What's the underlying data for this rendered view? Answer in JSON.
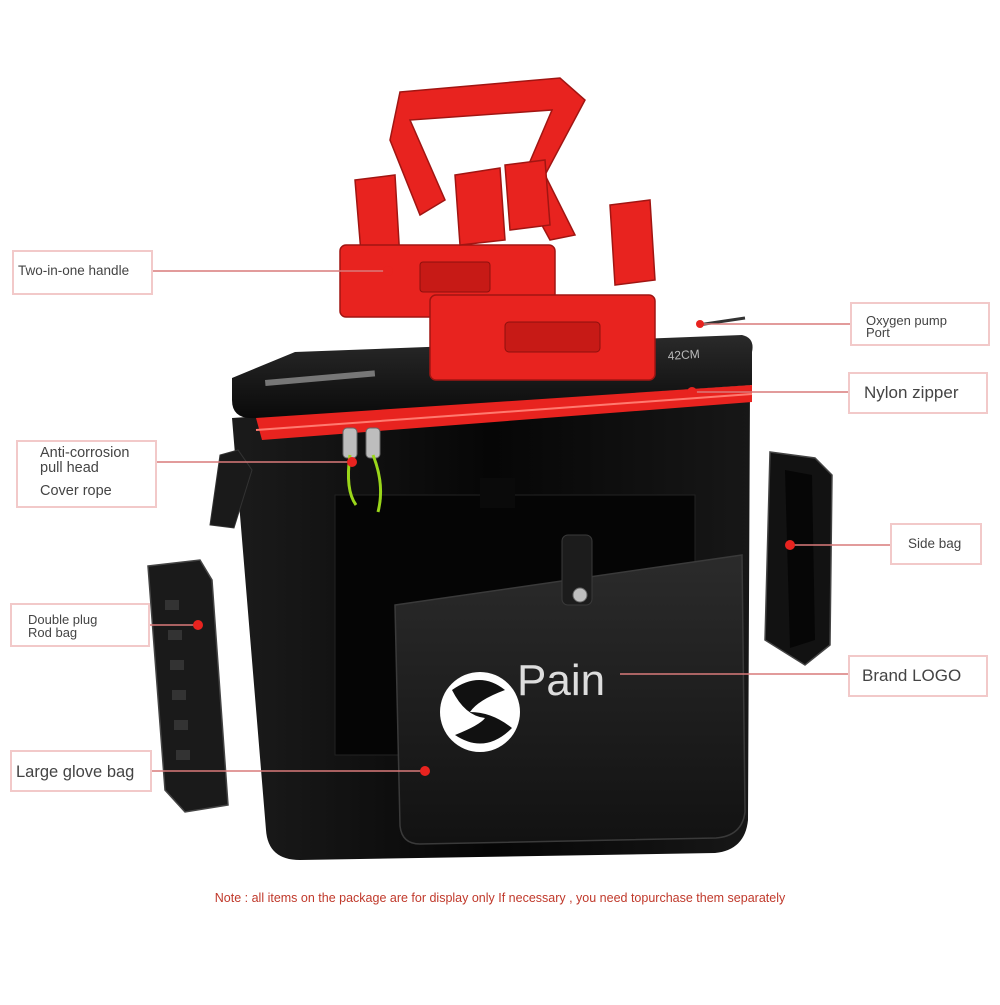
{
  "callouts": {
    "two_in_one_handle": "Two-in-one handle",
    "oxygen_pump_port_line1": "Oxygen pump",
    "oxygen_pump_port_line2": "Port",
    "nylon_zipper": "Nylon zipper",
    "anti_corrosion_line1": "Anti-corrosion",
    "anti_corrosion_line2": "pull head",
    "cover_rope": "Cover rope",
    "side_bag": "Side bag",
    "double_plug_line1": "Double plug",
    "double_plug_line2": "Rod bag",
    "brand_logo": "Brand LOGO",
    "large_glove_bag": "Large glove bag"
  },
  "product": {
    "brand_text": "Pain",
    "size_mark": "42CM"
  },
  "note": "Note : all items on the package are for display only If necessary , you need topurchase them separately",
  "colors": {
    "accent_red": "#e8231f",
    "bucket_black": "#0d0d0d",
    "callout_border": "#f2c9c9",
    "note_red": "#c0392b",
    "leader_line": "#d97a7a"
  }
}
